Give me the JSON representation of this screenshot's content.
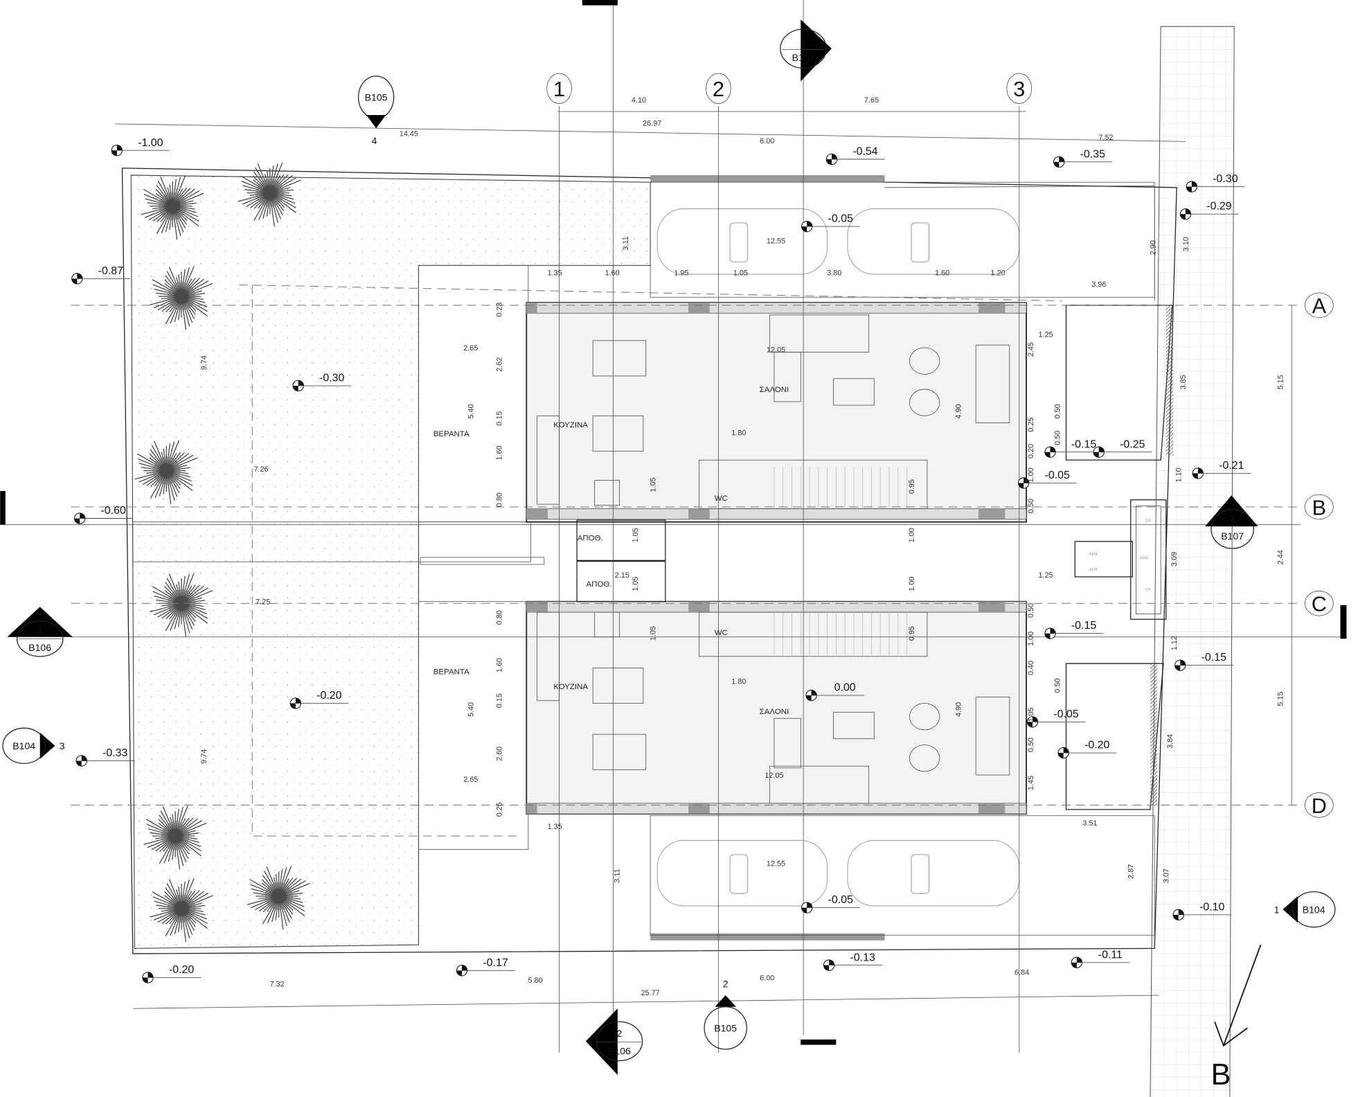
{
  "title_marker": "4",
  "grid_axes": {
    "cols": [
      "1",
      "2",
      "3"
    ],
    "rows": [
      "A",
      "B",
      "C",
      "D"
    ]
  },
  "north_label": "B",
  "section_marks": {
    "top_b105": {
      "ref": "B105"
    },
    "top_b107": {
      "num": "1",
      "ref": "B107"
    },
    "right_b107": {
      "num": "2",
      "ref": "B107"
    },
    "left_b106": {
      "num": "1",
      "ref": "B106"
    },
    "left_b104": {
      "num": "3",
      "ref": "B104"
    },
    "right_b104": {
      "num": "1",
      "ref": "B104"
    },
    "bottom_b106": {
      "num": "2",
      "ref": "B106"
    },
    "bottom_b105": {
      "num": "2",
      "ref": "B105"
    }
  },
  "rooms": [
    "ΒΕΡΑΝΤΑ",
    "ΚΟΥΖΙΝΑ",
    "ΣΑΛΟΝΙ",
    "WC",
    "ΑΠΟΘ.",
    "ΑΠΟΘ.",
    "WC",
    "ΒΕΡΑΝΤΑ",
    "ΚΟΥΖΙΝΑ",
    "ΣΑΛΟΝΙ"
  ],
  "utility_tags": [
    "ΑΗΚ",
    "ΑΗΚ",
    "ΑΗΚ",
    "ΣΚ",
    "ΣΚ"
  ],
  "levels": [
    "-1.00",
    "-0.54",
    "-0.35",
    "-0.30",
    "-0.29",
    "-0.05",
    "-0.87",
    "-0.30",
    "-0.60",
    "-0.15",
    "-0.25",
    "-0.21",
    "-0.05",
    "-0.15",
    "-0.15",
    "0.00",
    "-0.20",
    "-0.05",
    "-0.20",
    "-0.33",
    "-0.05",
    "-0.10",
    "-0.20",
    "-0.17",
    "-0.13",
    "-0.11"
  ],
  "dimensions": [
    "4.10",
    "26.97",
    "14.45",
    "6.00",
    "7.65",
    "7.52",
    "3.11",
    "12.55",
    "1.35",
    "1.60",
    "1.95",
    "1.05",
    "3.80",
    "1.60",
    "1.20",
    "3.96",
    "2.90",
    "3.10",
    "0.23",
    "9.74",
    "2.65",
    "2.62",
    "12.05",
    "1.25",
    "2.45",
    "3.85",
    "5.15",
    "5.40",
    "0.15",
    "4.90",
    "0.50",
    "0.25",
    "0.50",
    "1.80",
    "1.60",
    "0.20",
    "7.26",
    "1.00",
    "1.10",
    "1.05",
    "0.95",
    "0.80",
    "0.50",
    "1.05",
    "1.00",
    "3.09",
    "2.44",
    "2.15",
    "1.05",
    "1.00",
    "1.25",
    "7.25",
    "0.80",
    "0.50",
    "1.05",
    "0.95",
    "1.00",
    "1.12",
    "1.60",
    "0.40",
    "0.50",
    "1.80",
    "5.40",
    "0.15",
    "4.90",
    "1.05",
    "5.15",
    "0.50",
    "3.84",
    "9.74",
    "2.60",
    "12.05",
    "2.65",
    "1.45",
    "0.25",
    "1.35",
    "3.51",
    "12.55",
    "3.11",
    "2.87",
    "3.07",
    "7.32",
    "5.80",
    "6.00",
    "6.84",
    "25.77"
  ]
}
